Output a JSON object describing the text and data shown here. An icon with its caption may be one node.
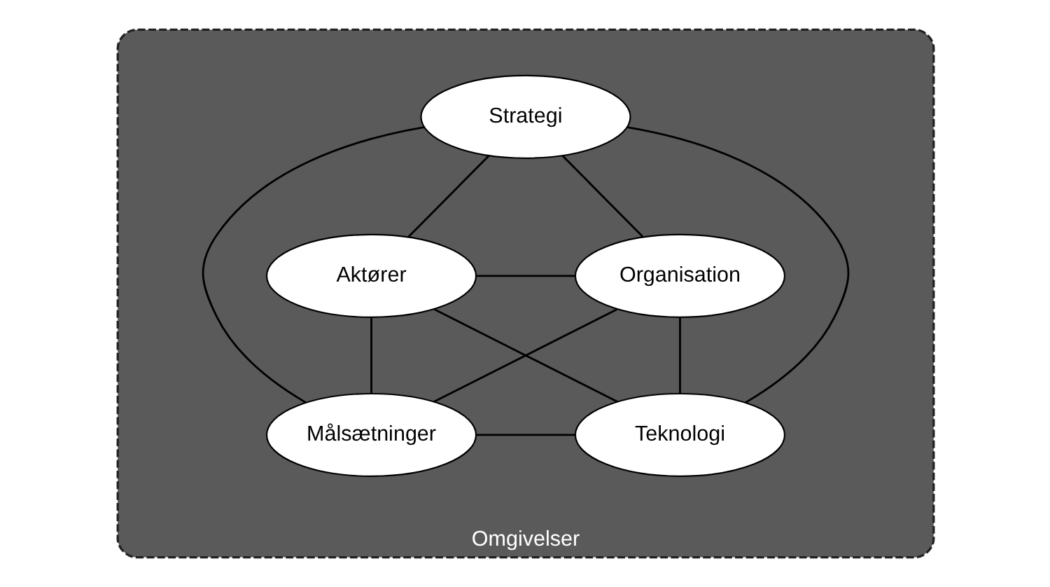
{
  "diagram": {
    "nodes": [
      {
        "text": [
          "Omgivelser"
        ]
      },
      {
        "text": [
          "Strategi"
        ],
        "in": 0
      },
      {
        "text": [
          "Aktører"
        ],
        "in": 0
      },
      {
        "text": [
          "Organisation"
        ],
        "in": 0
      },
      {
        "text": [
          "Målsætninger"
        ],
        "in": 0
      },
      {
        "text": [
          "Teknologi"
        ],
        "in": 0
      }
    ],
    "edges": [
      {
        "from": 1,
        "to": 2,
        "arrow": "none"
      },
      {
        "from": 1,
        "to": 3,
        "arrow": "none"
      },
      {
        "from": 1,
        "to": 4,
        "arrow": "none"
      },
      {
        "from": 1,
        "to": 5,
        "arrow": "none"
      },
      {
        "from": 2,
        "to": 3,
        "arrow": "none"
      },
      {
        "from": 2,
        "to": 4,
        "arrow": "none"
      },
      {
        "from": 2,
        "to": 5,
        "arrow": "none"
      },
      {
        "from": 3,
        "to": 4,
        "arrow": "none"
      },
      {
        "from": 3,
        "to": 5,
        "arrow": "none"
      },
      {
        "from": 4,
        "to": 5,
        "arrow": "none"
      }
    ]
  }
}
